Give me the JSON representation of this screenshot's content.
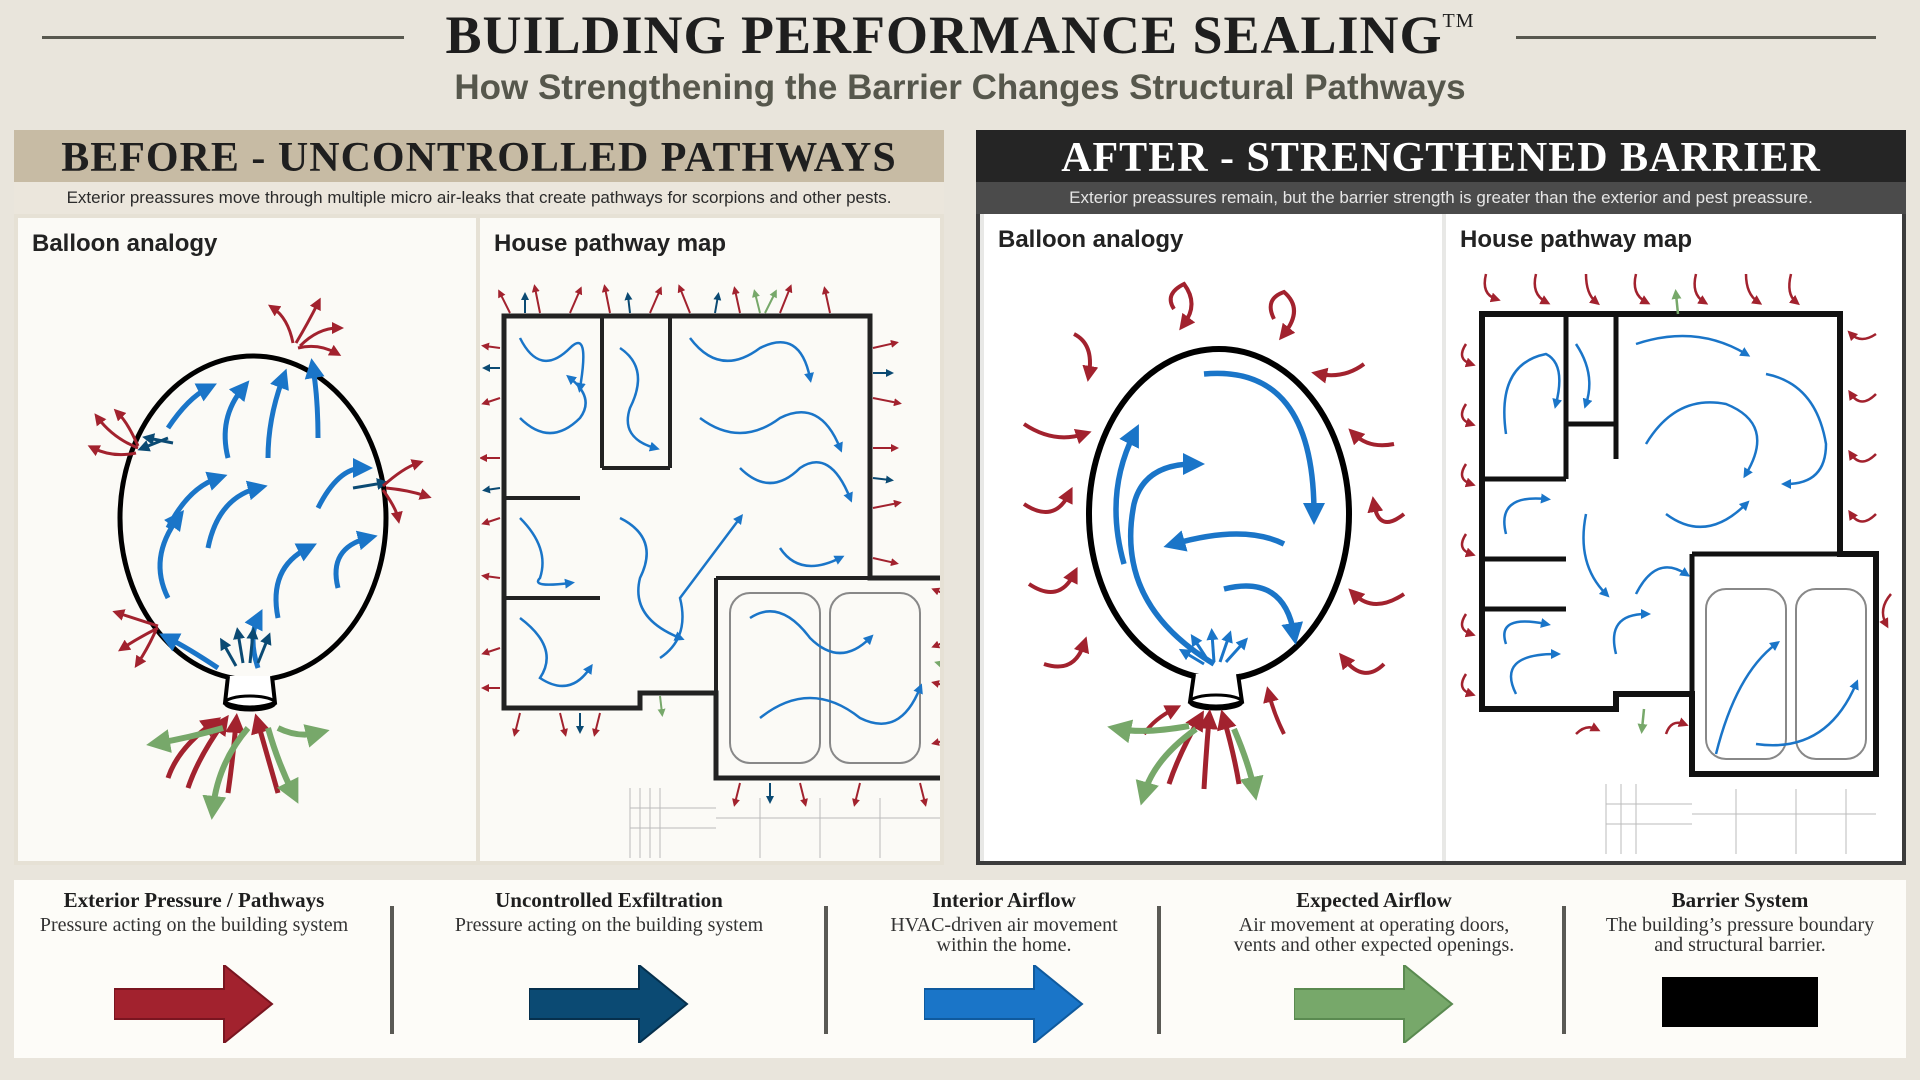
{
  "header": {
    "title": "BUILDING PERFORMANCE SEALING",
    "trademark": "TM",
    "subtitle": "How Strengthening the Barrier Changes Structural Pathways"
  },
  "colors": {
    "exterior_pressure": "#a2222e",
    "uncontrolled_exfiltration": "#0b4a73",
    "interior_airflow": "#1a75c8",
    "expected_airflow": "#77a86a",
    "barrier": "#000000"
  },
  "panels": {
    "before": {
      "title": "BEFORE - UNCONTROLLED PATHWAYS",
      "description": "Exterior preassures move through multiple micro air-leaks that create pathways for scorpions and other pests.",
      "balloon_label": "Balloon analogy",
      "map_label": "House pathway map"
    },
    "after": {
      "title": "AFTER - STRENGTHENED BARRIER",
      "description": "Exterior preassures remain, but the barrier strength is greater than the exterior and pest preassure.",
      "balloon_label": "Balloon analogy",
      "map_label": "House pathway map"
    }
  },
  "legend": [
    {
      "title": "Exterior Pressure / Pathways",
      "description": "Pressure acting on the building system",
      "icon": "arrow",
      "color": "#a2222e"
    },
    {
      "title": "Uncontrolled Exfiltration",
      "description": "Pressure acting on the building system",
      "icon": "arrow",
      "color": "#0b4a73"
    },
    {
      "title": "Interior Airflow",
      "description": "HVAC-driven air movement\nwithin the home.",
      "icon": "arrow",
      "color": "#1a75c8"
    },
    {
      "title": "Expected Airflow",
      "description": "Air movement at operating doors,\nvents and other expected openings.",
      "icon": "arrow",
      "color": "#77a86a"
    },
    {
      "title": "Barrier System",
      "description": "The building’s pressure boundary\nand structural barrier.",
      "icon": "bar",
      "color": "#000000"
    }
  ]
}
